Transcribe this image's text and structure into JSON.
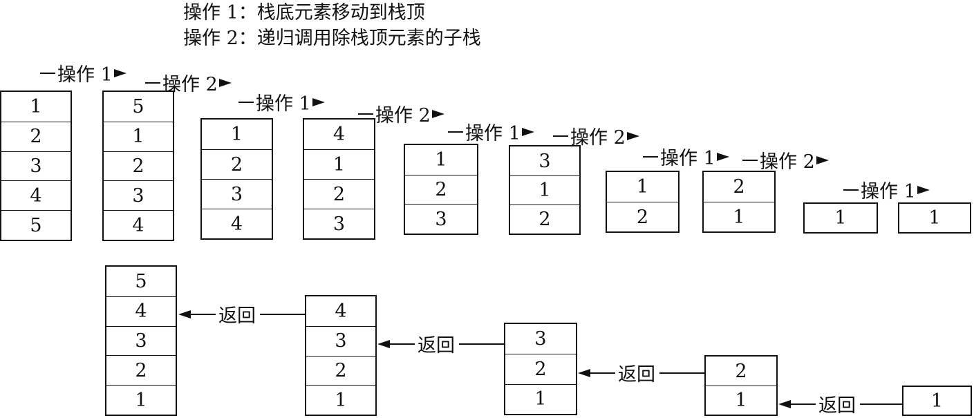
{
  "legend": {
    "line1": "操作 1：栈底元素移动到栈顶",
    "line2": "操作 2：递归调用除栈顶元素的子栈"
  },
  "labels": {
    "op1": "操作 1",
    "op2": "操作 2",
    "ret": "返回"
  },
  "top_row": [
    {
      "cells": [
        "1",
        "2",
        "3",
        "4",
        "5"
      ]
    },
    {
      "cells": [
        "5",
        "1",
        "2",
        "3",
        "4"
      ]
    },
    {
      "cells": [
        "1",
        "2",
        "3",
        "4"
      ]
    },
    {
      "cells": [
        "4",
        "1",
        "2",
        "3"
      ]
    },
    {
      "cells": [
        "1",
        "2",
        "3"
      ]
    },
    {
      "cells": [
        "3",
        "1",
        "2"
      ]
    },
    {
      "cells": [
        "1",
        "2"
      ]
    },
    {
      "cells": [
        "2",
        "1"
      ]
    },
    {
      "cells": [
        "1"
      ]
    },
    {
      "cells": [
        "1"
      ]
    }
  ],
  "bottom_row": [
    {
      "cells": [
        "5",
        "4",
        "3",
        "2",
        "1"
      ]
    },
    {
      "cells": [
        "4",
        "3",
        "2",
        "1"
      ]
    },
    {
      "cells": [
        "3",
        "2",
        "1"
      ]
    },
    {
      "cells": [
        "2",
        "1"
      ]
    },
    {
      "cells": [
        "1"
      ]
    }
  ]
}
